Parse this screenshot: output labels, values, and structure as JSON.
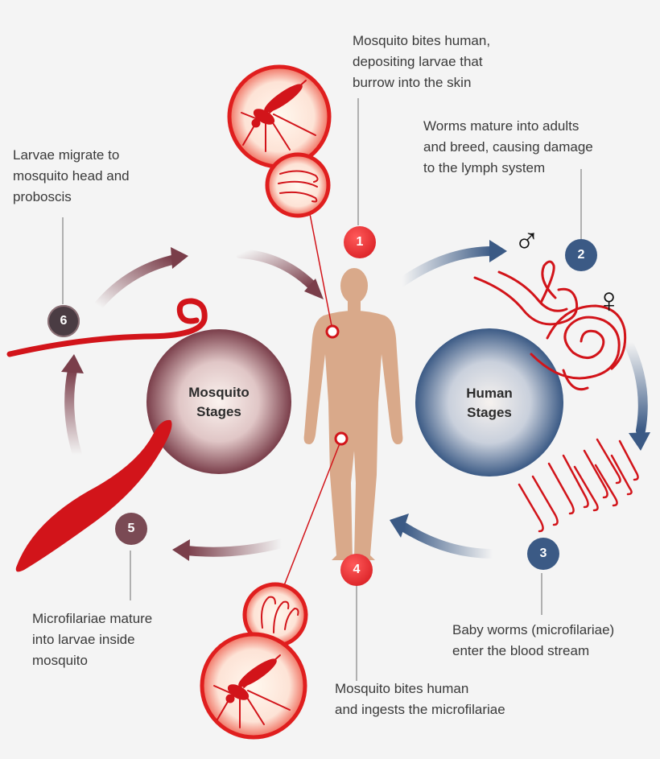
{
  "steps": [
    {
      "number": "1",
      "lines": [
        "Mosquito bites human,",
        "depositing larvae that",
        "burrow into the skin"
      ]
    },
    {
      "number": "2",
      "lines": [
        "Worms mature into adults",
        "and breed, causing damage",
        "to the lymph system"
      ]
    },
    {
      "number": "3",
      "lines": [
        "Baby worms (microfilariae)",
        "enter the blood stream"
      ]
    },
    {
      "number": "4",
      "lines": [
        "Mosquito bites human",
        "and ingests the microfilariae"
      ]
    },
    {
      "number": "5",
      "lines": [
        "Microfilariae mature",
        "into larvae inside",
        "mosquito"
      ]
    },
    {
      "number": "6",
      "lines": [
        "Larvae migrate to",
        "mosquito head and",
        "proboscis"
      ]
    }
  ],
  "stages": {
    "mosquito": [
      "Mosquito",
      "Stages"
    ],
    "human": [
      "Human",
      "Stages"
    ]
  },
  "symbols": {
    "male": "♂",
    "female": "♀"
  },
  "colors": {
    "red": "#d2141a",
    "blue": "#3b5a85",
    "maroon": "#7a3e4a",
    "skin": "#d9a98a",
    "background": "#f4f4f4"
  },
  "icons": [
    "mosquito-icon",
    "larvae-icon",
    "human-figure-icon",
    "worm-icon",
    "male-symbol-icon",
    "female-symbol-icon"
  ]
}
